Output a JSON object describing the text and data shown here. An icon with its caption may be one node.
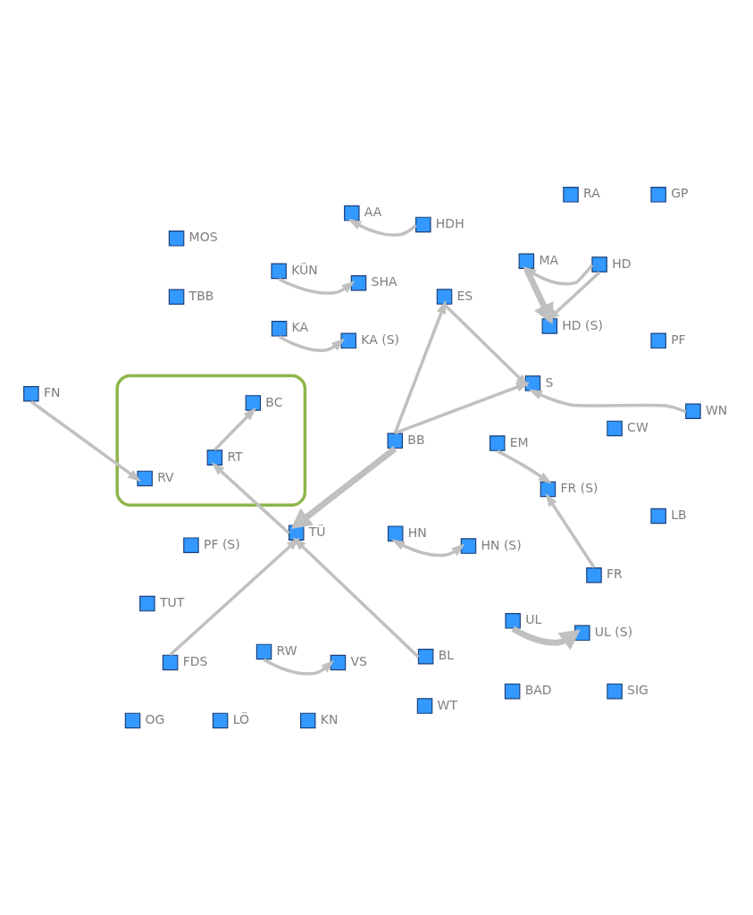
{
  "diagram": {
    "nodes": [
      {
        "text": [
          "MOS"
        ]
      },
      {
        "text": [
          "TBB"
        ]
      },
      {
        "text": [
          "MA"
        ]
      },
      {
        "text": [
          "HD"
        ]
      },
      {
        "text": [
          "HD (S)"
        ]
      },
      {
        "text": [
          "KÜN"
        ]
      },
      {
        "text": [
          "SHA"
        ]
      },
      {
        "text": [
          "HN"
        ]
      },
      {
        "text": [
          "HN (S)"
        ]
      },
      {
        "text": [
          "WN"
        ]
      },
      {
        "text": [
          "LB"
        ]
      },
      {
        "text": [
          "KA"
        ]
      },
      {
        "text": [
          "PF"
        ]
      },
      {
        "text": [
          "PF (S)"
        ]
      },
      {
        "text": [
          "AA"
        ]
      },
      {
        "text": [
          "KA (S)"
        ]
      },
      {
        "text": [
          "S"
        ]
      },
      {
        "text": [
          "GP"
        ]
      },
      {
        "text": [
          "ES"
        ]
      },
      {
        "text": [
          "HDH"
        ]
      },
      {
        "text": [],
        "shape": "ellipse"
      },
      {
        "text": [
          "UL"
        ]
      },
      {
        "text": [
          "RA"
        ]
      },
      {
        "text": [
          "CW"
        ]
      },
      {
        "text": [
          "BB"
        ]
      },
      {
        "text": [
          "BAD"
        ]
      },
      {
        "text": [
          "RT"
        ],
        "in": 20
      },
      {
        "text": [
          "TÜ"
        ]
      },
      {
        "text": [
          "UL (S)"
        ]
      },
      {
        "text": [
          "FDS"
        ]
      },
      {
        "text": [
          "OG"
        ]
      },
      {
        "text": [
          "BL"
        ]
      },
      {
        "text": [
          "BC"
        ],
        "in": 20
      },
      {
        "text": [
          "SIG"
        ]
      },
      {
        "text": [
          "RW"
        ]
      },
      {
        "text": [
          "EM"
        ]
      },
      {
        "text": [
          "FR (S)"
        ]
      },
      {
        "text": [
          "TUT"
        ]
      },
      {
        "text": [
          "RV"
        ],
        "in": 20
      },
      {
        "text": [
          "VS"
        ]
      },
      {
        "text": [
          "FR"
        ]
      },
      {
        "text": [
          "FN"
        ]
      },
      {
        "text": [
          "LÖ"
        ]
      },
      {
        "text": [
          "KN"
        ]
      },
      {
        "text": [
          "WT"
        ]
      }
    ],
    "edges": [
      {
        "from": 3,
        "to": 2,
        "arrow": "to"
      },
      {
        "from": 2,
        "to": 4,
        "arrow": "to",
        "style": "thick"
      },
      {
        "from": 3,
        "to": 4,
        "arrow": "to"
      },
      {
        "from": 5,
        "to": 6,
        "arrow": "to"
      },
      {
        "from": 8,
        "to": 7,
        "arrow": "both"
      },
      {
        "from": 11,
        "to": 15,
        "arrow": "to"
      },
      {
        "from": 9,
        "to": 16,
        "arrow": "to"
      },
      {
        "from": 18,
        "to": 16,
        "arrow": "to"
      },
      {
        "from": 24,
        "to": 16,
        "arrow": "to"
      },
      {
        "from": 24,
        "to": 18,
        "arrow": "to"
      },
      {
        "from": 24,
        "to": 27,
        "arrow": "to",
        "style": "thick"
      },
      {
        "from": 27,
        "to": 26,
        "arrow": "to"
      },
      {
        "from": 29,
        "to": 27,
        "arrow": "to"
      },
      {
        "from": 31,
        "to": 27,
        "arrow": "to"
      },
      {
        "from": 26,
        "to": 32,
        "arrow": "to"
      },
      {
        "from": 21,
        "to": 28,
        "arrow": "to",
        "style": "thick"
      },
      {
        "from": 19,
        "to": 14,
        "arrow": "to"
      },
      {
        "from": 34,
        "to": 39,
        "arrow": "to"
      },
      {
        "from": 35,
        "to": 36,
        "arrow": "to"
      },
      {
        "from": 40,
        "to": 36,
        "arrow": "to"
      },
      {
        "from": 41,
        "to": 38,
        "arrow": "to"
      }
    ]
  }
}
